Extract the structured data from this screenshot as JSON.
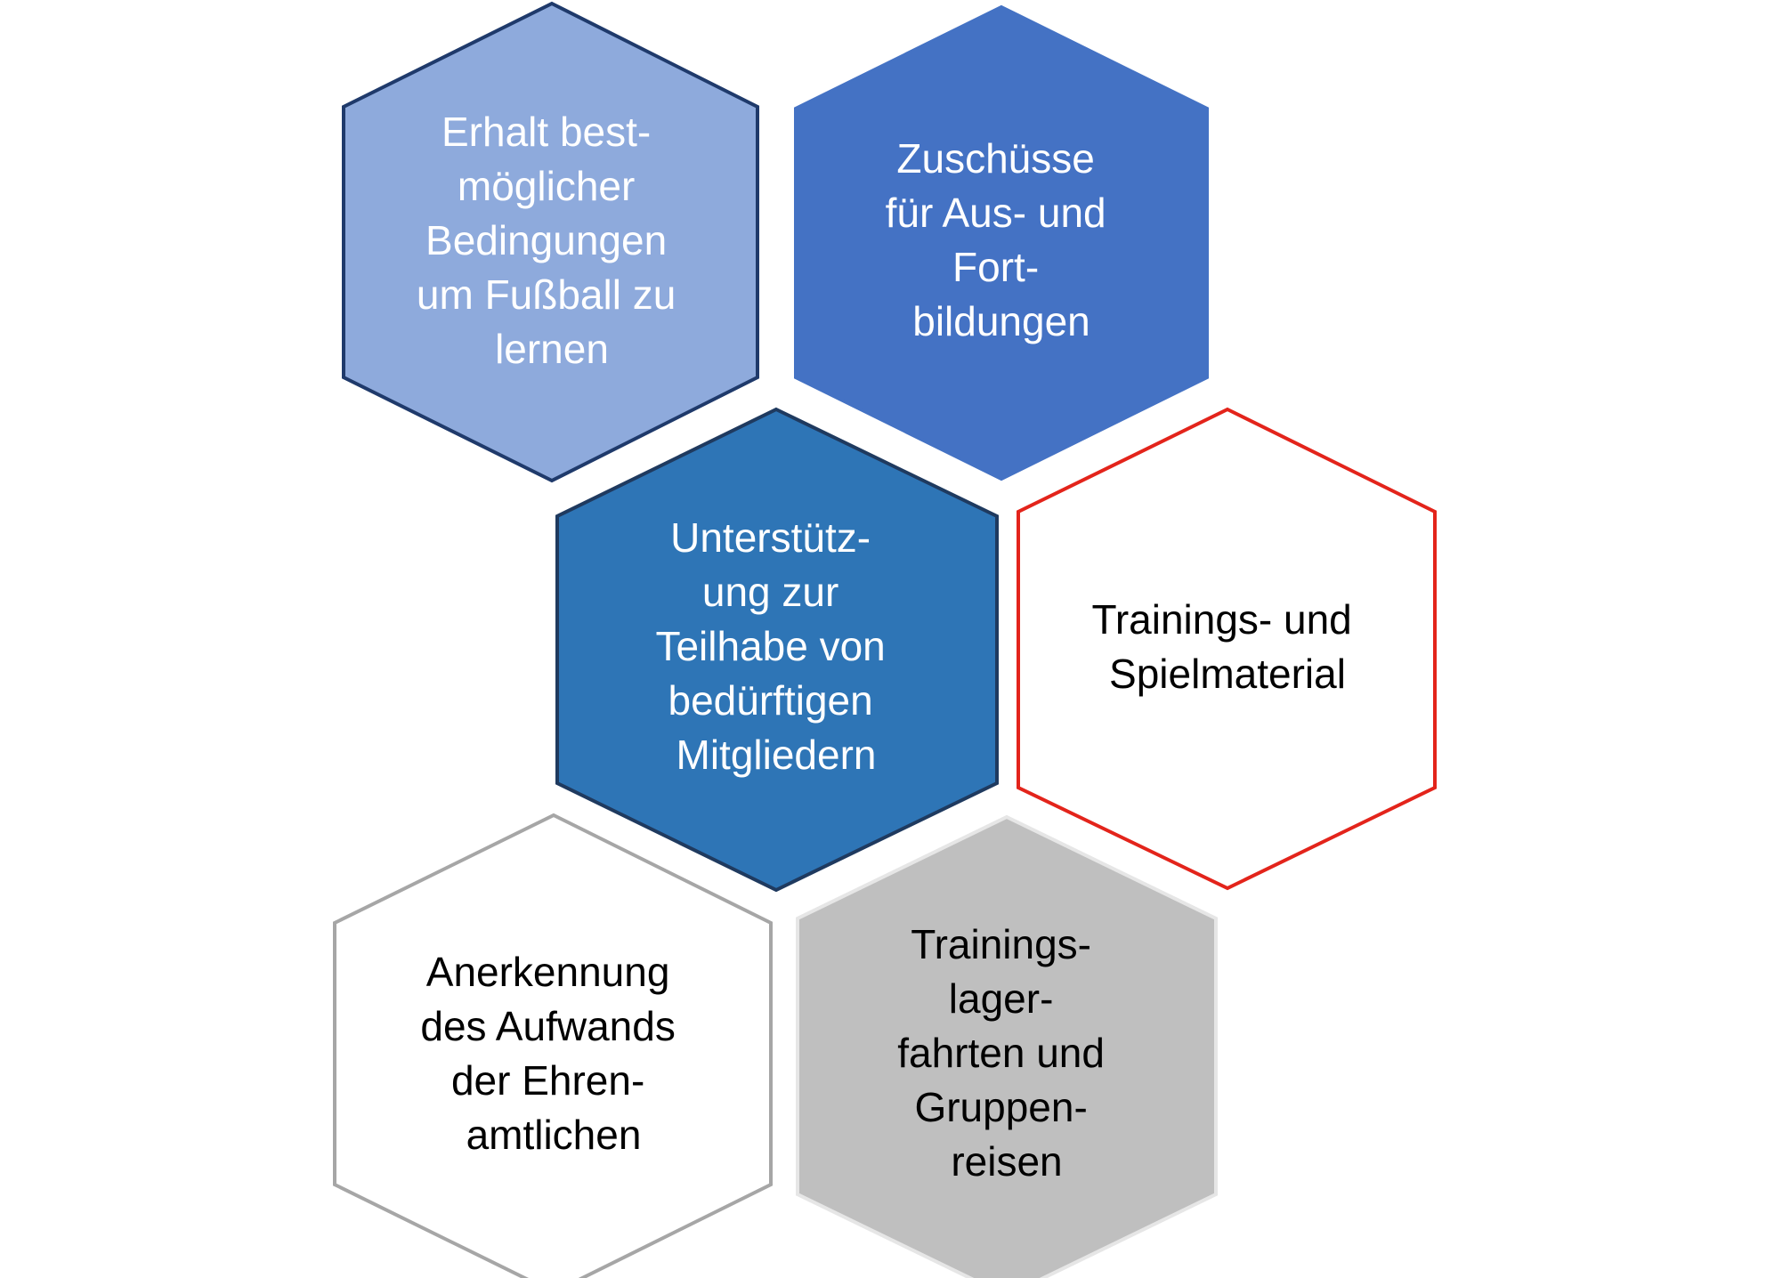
{
  "hexagons": [
    {
      "id": "erhalt",
      "lines": [
        "Erhalt best-",
        "möglicher",
        "Bedingungen",
        "um Fußball zu",
        "lernen"
      ],
      "fill": "#8EAADC",
      "stroke": "#1F3A6B",
      "text_color": "#FFFFFF"
    },
    {
      "id": "zuschuesse",
      "lines": [
        "Zuschüsse",
        "für Aus- und",
        "Fort-",
        "bildungen"
      ],
      "fill": "#4472C4",
      "stroke": "#4472C4",
      "text_color": "#FFFFFF"
    },
    {
      "id": "unterstuetzung",
      "lines": [
        "Unterstütz-",
        "ung zur",
        "Teilhabe von",
        "bedürftigen",
        "Mitgliedern"
      ],
      "fill": "#2E75B6",
      "stroke": "#1F3A5F",
      "text_color": "#FFFFFF"
    },
    {
      "id": "material",
      "lines": [
        "Trainings- und",
        "Spielmaterial"
      ],
      "fill": "#FFFFFF",
      "stroke": "#E3241B",
      "text_color": "#000000"
    },
    {
      "id": "anerkennung",
      "lines": [
        "Anerkennung",
        "des Aufwands",
        "der Ehren-",
        "amtlichen"
      ],
      "fill": "#FFFFFF",
      "stroke": "#A6A6A6",
      "text_color": "#000000"
    },
    {
      "id": "trainingslager",
      "lines": [
        "Trainings-",
        "lager-",
        "fahrten und",
        "Gruppen-",
        "reisen"
      ],
      "fill": "#BFBFBF",
      "stroke": "#E6E6E6",
      "text_color": "#000000"
    }
  ]
}
